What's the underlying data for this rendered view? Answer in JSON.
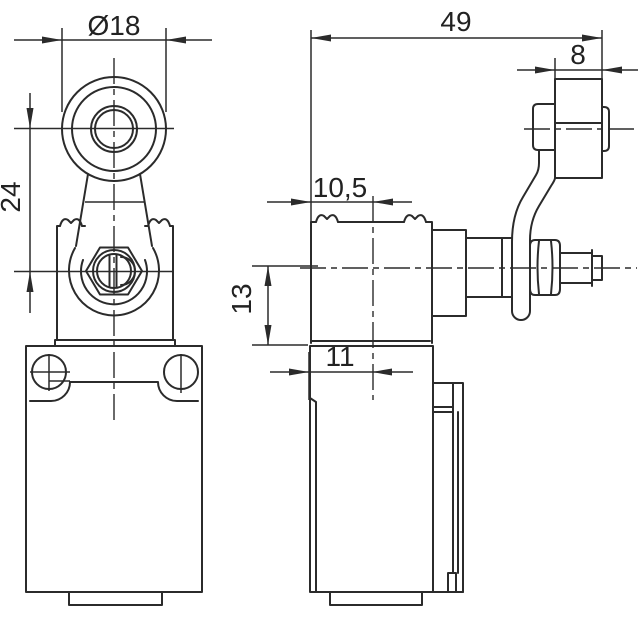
{
  "drawing": {
    "kind": "technical dimensional drawing",
    "subject": "limit switch with roller lever",
    "colors": {
      "line": "#2b2b2b",
      "background": "#ffffff"
    },
    "views": {
      "front": "front view (roller lever, head, body)",
      "side": "side view (lever arm, shaft, body with side rail)"
    },
    "dims": {
      "roller_diameter": {
        "label": "Ø18"
      },
      "roller_to_axis": {
        "label": "24"
      },
      "overall_length": {
        "label": "49"
      },
      "roller_width": {
        "label": "8"
      },
      "head_face_to_lever": {
        "label": "10,5"
      },
      "axis_to_body": {
        "label": "13"
      },
      "body_face_to_lever": {
        "label": "11"
      }
    }
  }
}
